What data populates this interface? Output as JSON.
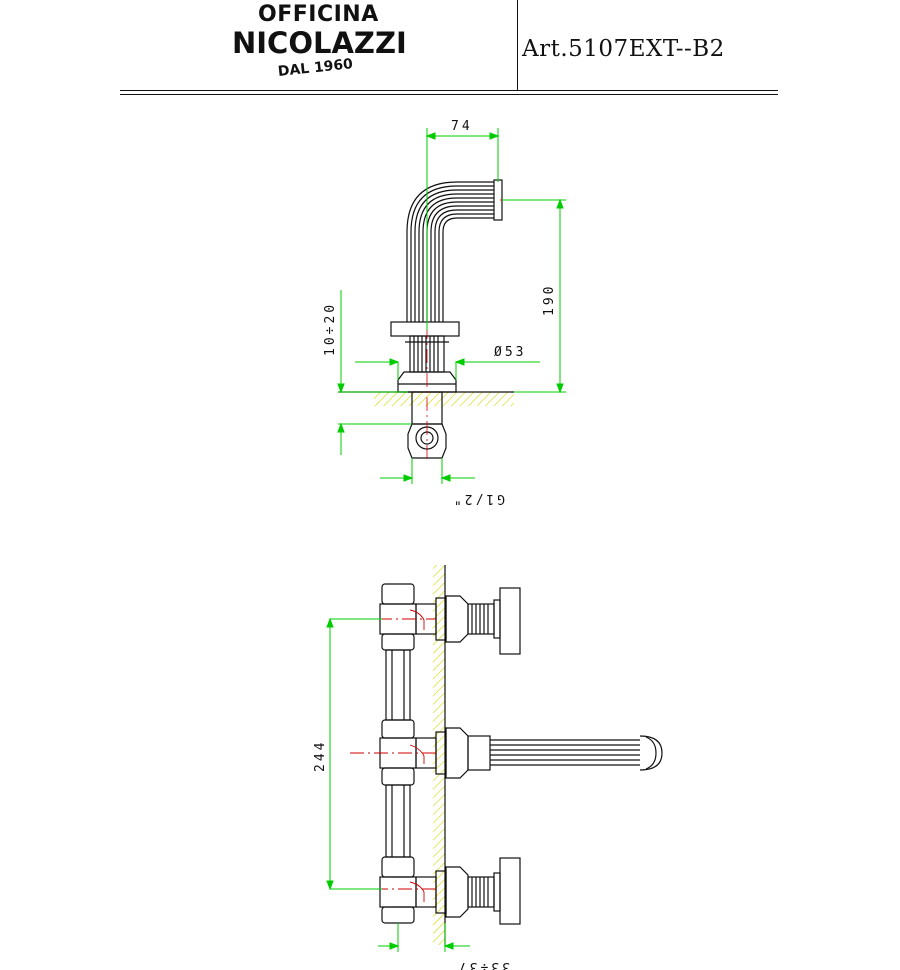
{
  "header": {
    "logo": {
      "line1": "OFFICINA",
      "line2": "NICOLAZZI",
      "line3": "DAL 1960"
    },
    "article_code": "Art.5107EXT--B2"
  },
  "dimensions": {
    "spout_reach": "74",
    "spout_height": "190",
    "deck_thickness": "10÷20",
    "flange_diameter": "Ø53",
    "thread": "G1/2\"",
    "valve_spacing": "244",
    "wall_range": "33÷37"
  },
  "colors": {
    "outline": "#111111",
    "dimension_line": "#00cc00",
    "center_line": "#cc0000",
    "hatch": "#d8d800"
  }
}
